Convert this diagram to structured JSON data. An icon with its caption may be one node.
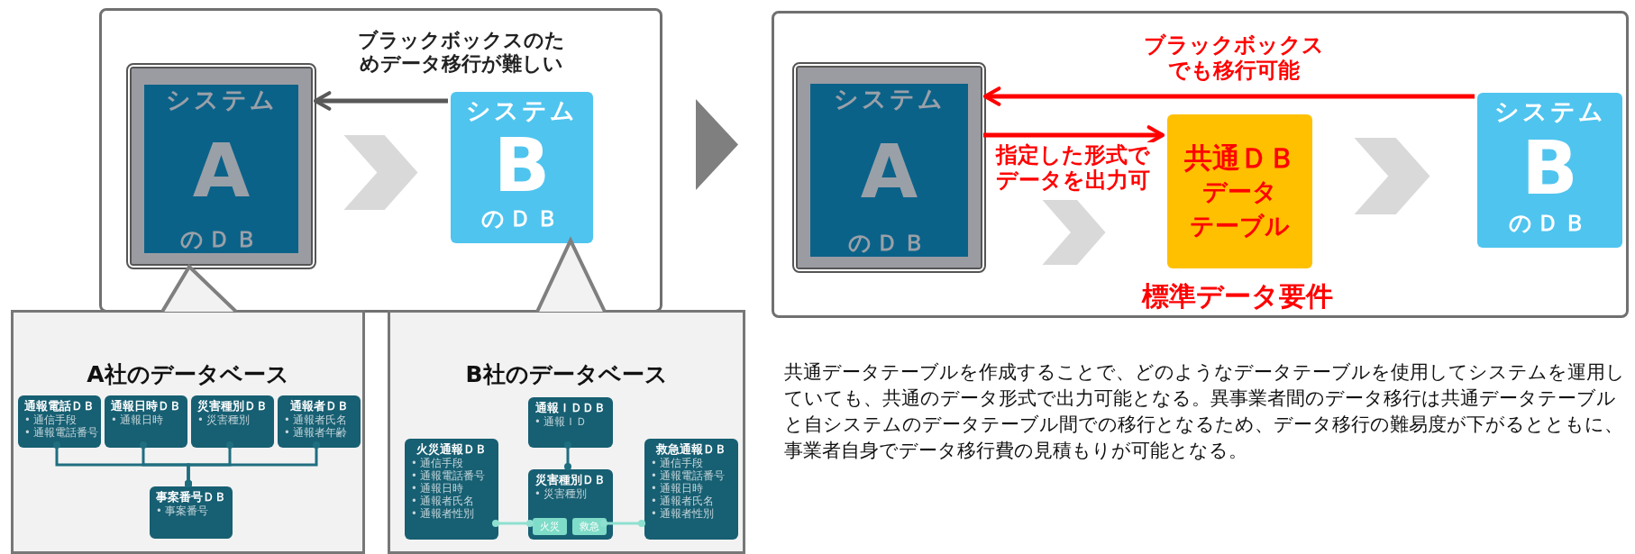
{
  "diagram": {
    "nodes": [
      {
        "text": [],
        "shape": "box"
      },
      {
        "text": [
          "システム",
          "A",
          "のＤＢ"
        ],
        "in": 0
      },
      {
        "text": [
          "システム",
          "B",
          "のＤＢ"
        ],
        "in": 0
      },
      {
        "text": [
          "A社のデータベース"
        ]
      },
      {
        "text": [
          "通報電話ＤＢ",
          "• 通信手段",
          "• 通報電話番号"
        ],
        "in": 3
      },
      {
        "text": [
          "通報日時ＤＢ",
          "• 通報日時"
        ],
        "in": 3
      },
      {
        "text": [
          "災害種別ＤＢ",
          "• 災害種別"
        ],
        "in": 3
      },
      {
        "text": [
          "通報者ＤＢ",
          "• 通報者氏名",
          "• 通報者年齢"
        ],
        "in": 3
      },
      {
        "text": [
          "事案番号ＤＢ",
          "• 事案番号"
        ],
        "in": 3
      },
      {
        "text": [
          "B社のデータベース"
        ]
      },
      {
        "text": [
          "通報ＩＤＤＢ",
          "• 通報ＩＤ"
        ],
        "in": 9
      },
      {
        "text": [
          "火災通報ＤＢ",
          "• 通信手段",
          "• 通報電話番号",
          "• 通報日時",
          "• 通報者氏名",
          "• 通報者性別"
        ],
        "in": 9
      },
      {
        "text": [
          "災害種別ＤＢ",
          "• 災害種別"
        ],
        "in": 9
      },
      {
        "text": [
          "火災"
        ],
        "in": 12
      },
      {
        "text": [
          "救急"
        ],
        "in": 12
      },
      {
        "text": [
          "救急通報ＤＢ",
          "• 通信手段",
          "• 通報電話番号",
          "• 通報日時",
          "• 通報者氏名",
          "• 通報者性別"
        ],
        "in": 9
      },
      {
        "text": [],
        "shape": "box"
      },
      {
        "text": [
          "システム",
          "A",
          "のＤＢ"
        ],
        "in": 16
      },
      {
        "text": [
          "共通ＤＢ",
          "データ",
          "テーブル"
        ],
        "beside": [
          "標準データ要件"
        ],
        "in": 16
      },
      {
        "text": [
          "システム",
          "B",
          "のＤＢ"
        ],
        "in": 16
      }
    ],
    "edges": [
      {
        "from": 2,
        "to": 1,
        "arrow": "to",
        "label": "ブラックボックスのためデータ移行が難しい",
        "color": "#595959"
      },
      {
        "from": 1,
        "to": 2,
        "arrow": "to",
        "color": "#d9d9d9"
      },
      {
        "from": 3,
        "to": 1,
        "arrow": "to",
        "color": "#7f7f7f"
      },
      {
        "from": 9,
        "to": 2,
        "arrow": "to",
        "color": "#7f7f7f"
      },
      {
        "from": 4,
        "to": 8,
        "arrow": "other",
        "color": "#1f6e80"
      },
      {
        "from": 5,
        "to": 8,
        "arrow": "other",
        "color": "#1f6e80"
      },
      {
        "from": 6,
        "to": 8,
        "arrow": "other",
        "color": "#1f6e80"
      },
      {
        "from": 7,
        "to": 8,
        "arrow": "other",
        "color": "#1f6e80"
      },
      {
        "from": 10,
        "to": 12,
        "arrow": "other",
        "color": "#1f6e80"
      },
      {
        "from": 11,
        "to": 13,
        "arrow": "other",
        "color": "#8fe0d0"
      },
      {
        "from": 14,
        "to": 15,
        "arrow": "other",
        "color": "#8fe0d0"
      },
      {
        "from": 0,
        "to": 16,
        "arrow": "to",
        "color": "#7f7f7f"
      },
      {
        "from": 19,
        "to": 17,
        "arrow": "to",
        "label": "ブラックボックスでも移行可能",
        "color": "#ff0000"
      },
      {
        "from": 17,
        "to": 18,
        "arrow": "to",
        "label": "指定した形式でデータを出力可",
        "color": "#ff0000"
      },
      {
        "from": 17,
        "to": 18,
        "arrow": "to",
        "color": "#d9d9d9"
      },
      {
        "from": 18,
        "to": 19,
        "arrow": "to",
        "color": "#d9d9d9"
      }
    ],
    "labels": [
      "共通データテーブルを作成することで、どのようなデータテーブルを使用してシステムを運用していても、共通のデータ形式で出力可能となる。異事業者間のデータ移行は共通データテーブルと自システムのデータテーブル間での移行となるため、データ移行の難易度が下がるとともに、事業者自身でデータ移行費の見積もりが可能となる。"
    ]
  }
}
